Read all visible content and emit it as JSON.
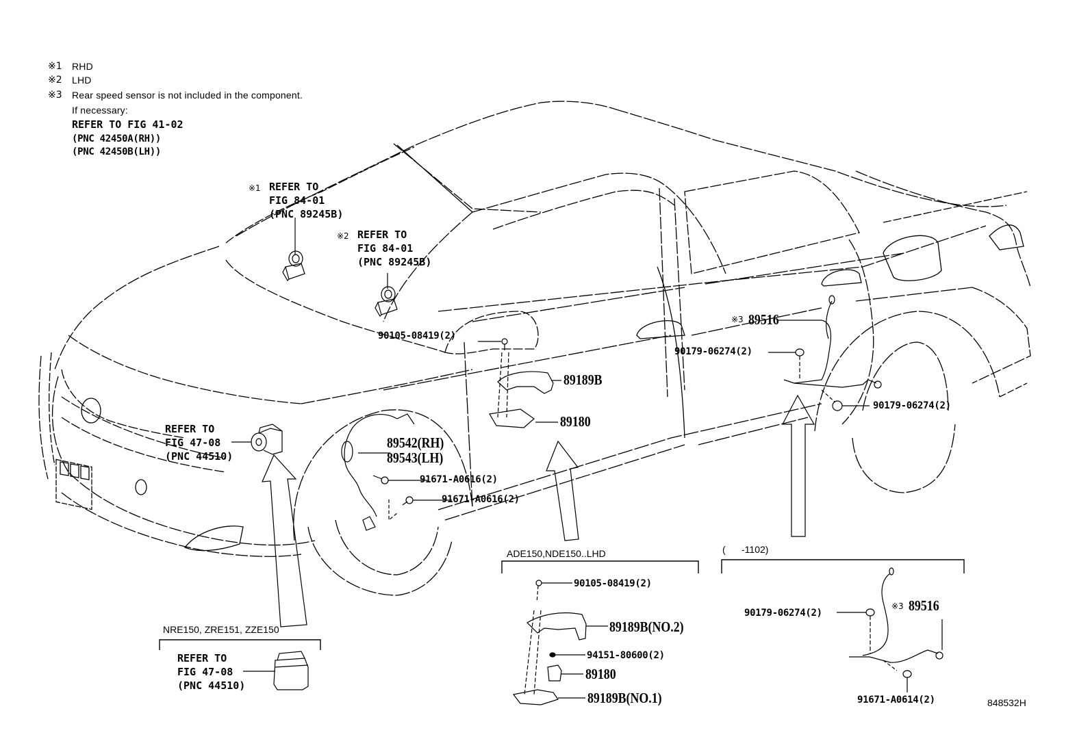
{
  "notes": [
    {
      "symbol": "※1",
      "text": "RHD"
    },
    {
      "symbol": "※2",
      "text": "LHD"
    },
    {
      "symbol": "※3",
      "text": "Rear speed sensor is not included in the component."
    }
  ],
  "note3_extra": {
    "line1": "If necessary:",
    "line2": "REFER TO FIG 41-02",
    "line3": "(PNC 42450A(RH))",
    "line4": "(PNC 42450B(LH))"
  },
  "callouts": {
    "ref_rhd": {
      "mark": "※1",
      "lines": [
        "REFER TO",
        "FIG 84-01",
        "(PNC 89245B)"
      ]
    },
    "ref_lhd": {
      "mark": "※2",
      "lines": [
        "REFER TO",
        "FIG 84-01",
        "(PNC 89245B)"
      ]
    },
    "ref_abs": {
      "lines": [
        "REFER TO",
        "FIG 47-08",
        "(PNC 44510)"
      ]
    },
    "ref_abs_alt": {
      "lines": [
        "REFER TO",
        "FIG 47-08",
        "(PNC 44510)"
      ]
    }
  },
  "parts": {
    "bolt_upper": "90105-08419(2)",
    "bracket_b": "89189B",
    "sensor_module": "89180",
    "front_sensor_rh": "89542(RH)",
    "front_sensor_lh": "89543(LH)",
    "bolt_front_1": "91671-A0616(2)",
    "bolt_front_2": "91671-A0616(2)",
    "rear_sensor_mark": "※3",
    "rear_sensor": "89516",
    "nut_rear_1": "90179-06274(2)",
    "nut_rear_2": "90179-06274(2)"
  },
  "inset_nre": {
    "title": "NRE150, ZRE151, ZZE150"
  },
  "inset_ade": {
    "title": "ADE150,NDE150..LHD",
    "bolt": "90105-08419(2)",
    "bracket_no2": "89189B(NO.2)",
    "nut": "94151-80600(2)",
    "module": "89180",
    "bracket_no1": "89189B(NO.1)"
  },
  "inset_rear": {
    "title": "(      -1102)",
    "nut": "90179-06274(2)",
    "sensor_mark": "※3",
    "sensor": "89516",
    "bolt": "91671-A0614(2)"
  },
  "figure_id": "848532H"
}
